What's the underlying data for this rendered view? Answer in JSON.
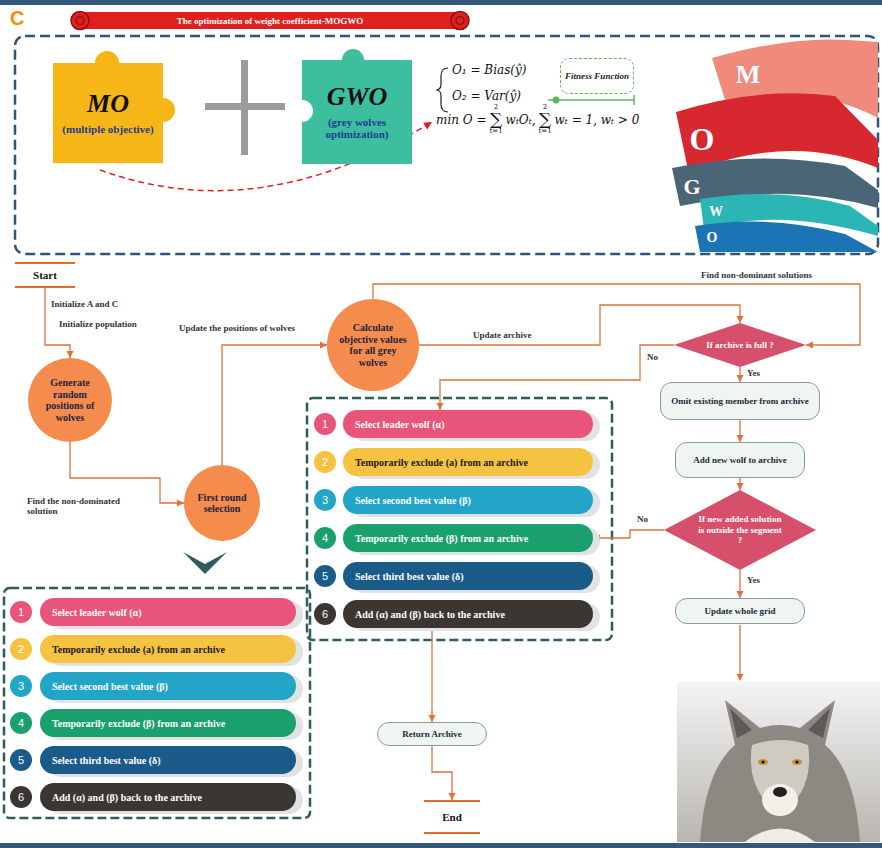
{
  "diagram": {
    "title": "The optimization of weight coefficient-MOGWO",
    "nodes": [
      {
        "text": [
          "MO",
          "(multiple objective)"
        ]
      },
      {
        "text": [
          "GWO",
          "(grey wolves optimization)"
        ]
      },
      {
        "text": [
          "Fitness Function"
        ]
      },
      {
        "text": [
          "Start"
        ]
      },
      {
        "text": [
          "Generate random positions of wolves"
        ]
      },
      {
        "text": [
          "First round selection"
        ]
      },
      {
        "text": [
          "Calculate objective values for all grey wolves"
        ]
      },
      {
        "text": [
          "If archive is full ?"
        ]
      },
      {
        "text": [
          "Omit existing member from archive"
        ]
      },
      {
        "text": [
          "Add new wolf to archive"
        ]
      },
      {
        "text": [
          "If new added solution is outside the segment ?"
        ]
      },
      {
        "text": [
          "Update whole grid"
        ]
      },
      {
        "text": [
          "1",
          "Select leader wolf (α)"
        ]
      },
      {
        "text": [
          "2",
          "Temporarily exclude (a) from an archive"
        ]
      },
      {
        "text": [
          "3",
          "Select second best value (β)"
        ]
      },
      {
        "text": [
          "4",
          "Temporarily exclude (β) from an archive"
        ]
      },
      {
        "text": [
          "5",
          "Select third best value (δ)"
        ]
      },
      {
        "text": [
          "6",
          "Add (α) and (β) back to the archive"
        ]
      },
      {
        "text": [
          "Return Archive"
        ]
      },
      {
        "text": [
          "End"
        ]
      },
      {
        "text": [
          "1",
          "Select leader wolf (α)"
        ]
      },
      {
        "text": [
          "2",
          "Temporarily exclude (a) from an archive"
        ]
      },
      {
        "text": [
          "3",
          "Select second best value (β)"
        ]
      },
      {
        "text": [
          "4",
          "Temporarily exclude (β) from an archive"
        ]
      },
      {
        "text": [
          "5",
          "Select third best value (δ)"
        ]
      },
      {
        "text": [
          "6",
          "Add (α) and (β) back to the archive"
        ]
      }
    ],
    "edges": [
      {
        "from": 3,
        "to": 4,
        "arrow": "to",
        "label": "Initialize A and C"
      },
      {
        "from": 4,
        "to": 5,
        "arrow": "to",
        "label": "Find the non-dominated solution"
      },
      {
        "from": 5,
        "to": 6,
        "arrow": "to",
        "label": "Update the positions of wolves"
      },
      {
        "from": 6,
        "to": 7,
        "arrow": "to",
        "label": "Find non-dominant solutions"
      },
      {
        "from": 6,
        "to": 7,
        "arrow": "to",
        "label": "Update archive"
      },
      {
        "from": 7,
        "to": 12,
        "arrow": "to",
        "label": "No"
      },
      {
        "from": 7,
        "to": 8,
        "arrow": "to",
        "label": "Yes"
      },
      {
        "from": 8,
        "to": 9,
        "arrow": "to"
      },
      {
        "from": 9,
        "to": 10,
        "arrow": "to"
      },
      {
        "from": 10,
        "to": 11,
        "arrow": "to",
        "label": "Yes"
      },
      {
        "from": 10,
        "to": 15,
        "arrow": "to",
        "label": "No"
      },
      {
        "from": 17,
        "to": 18,
        "arrow": "to"
      },
      {
        "from": 18,
        "to": 19,
        "arrow": "to"
      }
    ],
    "labels": [
      "C",
      "O₁ = Bias(ŷ)",
      "O₂ = Var(ŷ)",
      "min O =",
      "∑",
      "2",
      "t=1",
      "wₜOₜ,",
      "∑",
      "2",
      "t=1",
      "wₜ = 1, wₜ > 0",
      "M",
      "O",
      "G",
      "W",
      "O",
      "Initialize population"
    ]
  }
}
